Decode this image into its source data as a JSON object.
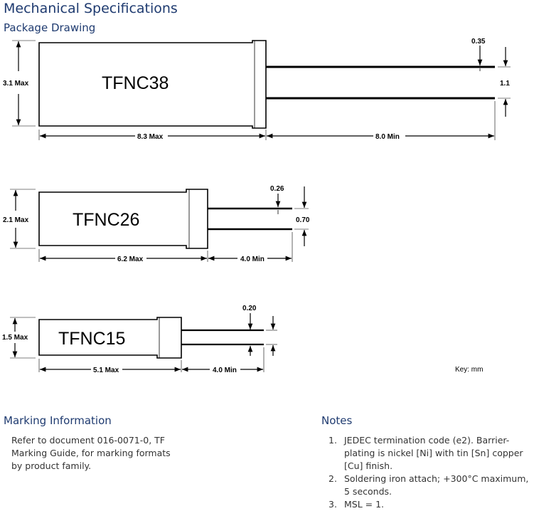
{
  "heading": "Mechanical Specifications",
  "subheading": "Package Drawing",
  "drawings": [
    {
      "part": "TFNC38",
      "height_label": "3.1 Max",
      "body_length_label": "8.3 Max",
      "lead_length_label": "8.0 Min",
      "lead_diameter_label": "0.35",
      "lead_pitch_label": "1.1"
    },
    {
      "part": "TFNC26",
      "height_label": "2.1 Max",
      "body_length_label": "6.2 Max",
      "lead_length_label": "4.0 Min",
      "lead_diameter_label": "0.26",
      "lead_pitch_label": "0.70"
    },
    {
      "part": "TFNC15",
      "height_label": "1.5 Max",
      "body_length_label": "5.1 Max",
      "lead_length_label": "4.0 Min",
      "lead_diameter_label": "0.20"
    }
  ],
  "key_label": "Key:  mm",
  "marking": {
    "title": "Marking Information",
    "text": "Refer to document 016-0071-0, TF Marking Guide, for marking formats by product family."
  },
  "notes": {
    "title": "Notes",
    "items": [
      {
        "num": "1.",
        "text": "JEDEC termination code (e2).  Barrier-plating is nickel [Ni] with tin [Sn] copper [Cu] finish."
      },
      {
        "num": "2.",
        "text": "Soldering iron attach; +300°C maximum, 5 seconds."
      },
      {
        "num": "3.",
        "text": "MSL = 1."
      }
    ]
  }
}
